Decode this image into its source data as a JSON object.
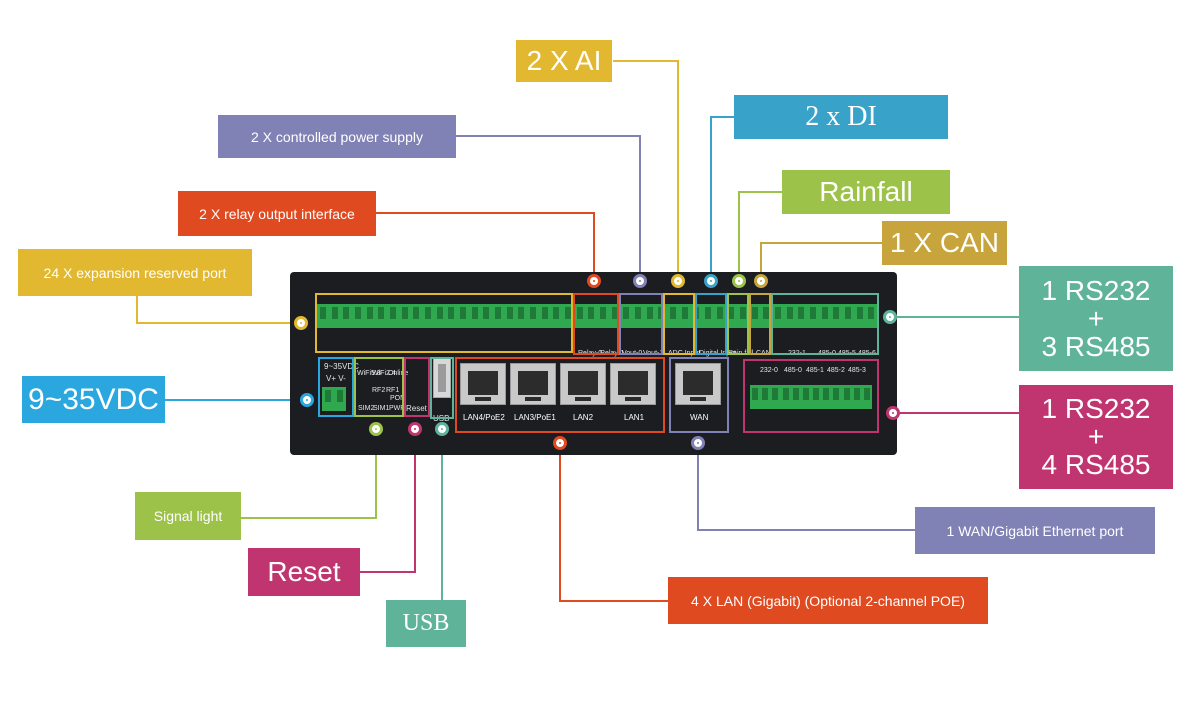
{
  "colors": {
    "yellow": "#e2b831",
    "purple": "#8081b5",
    "red": "#e04a20",
    "blue": "#38a2c8",
    "lime": "#9dc24a",
    "gold": "#c8a43c",
    "teal": "#5fb398",
    "magenta": "#c0356f",
    "sky": "#2aa7de"
  },
  "callouts": {
    "ai": "2 X AI",
    "di": "2 x DI",
    "power_supply": "2 X controlled power supply",
    "relay": "2 X relay output interface",
    "rainfall": "Rainfall",
    "can": "1 X CAN",
    "expansion": "24 X expansion reserved port",
    "rs232_3rs485": {
      "line1": "1 RS232",
      "line2": "+",
      "line3": "3 RS485"
    },
    "voltage": "9~35VDC",
    "rs232_4rs485": {
      "line1": "1 RS232",
      "line2": "+",
      "line3": "4 RS485"
    },
    "signal_light": "Signal light",
    "wan": "1 WAN/Gigabit Ethernet port",
    "reset": "Reset",
    "lan": "4 X LAN (Gigabit) (Optional 2-channel POE)",
    "usb": "USB"
  },
  "device": {
    "power_label": "9~35VDC",
    "power_pins": "V+  V-",
    "led_labels": [
      "WiFi5.8",
      "WiFi2.4",
      "Online",
      "SIM2",
      "SIM1",
      "PWR",
      "RF2",
      "RF1",
      "PON"
    ],
    "reset_label": "Reset",
    "usb_label": "USB",
    "ports": [
      "LAN4/PoE2",
      "LAN3/PoE1",
      "LAN2",
      "LAN1",
      "WAN"
    ],
    "top_labels": [
      "Relay-0",
      "Relay-1",
      "Vout-0",
      "Vout-1",
      "ADC Input",
      "Digital Input",
      "Rain fall",
      "CAN",
      "232-1",
      "485-0",
      "485-5",
      "485-6"
    ],
    "bottom_labels": [
      "232-0",
      "485-0",
      "485-1",
      "485-2",
      "485-3"
    ]
  }
}
